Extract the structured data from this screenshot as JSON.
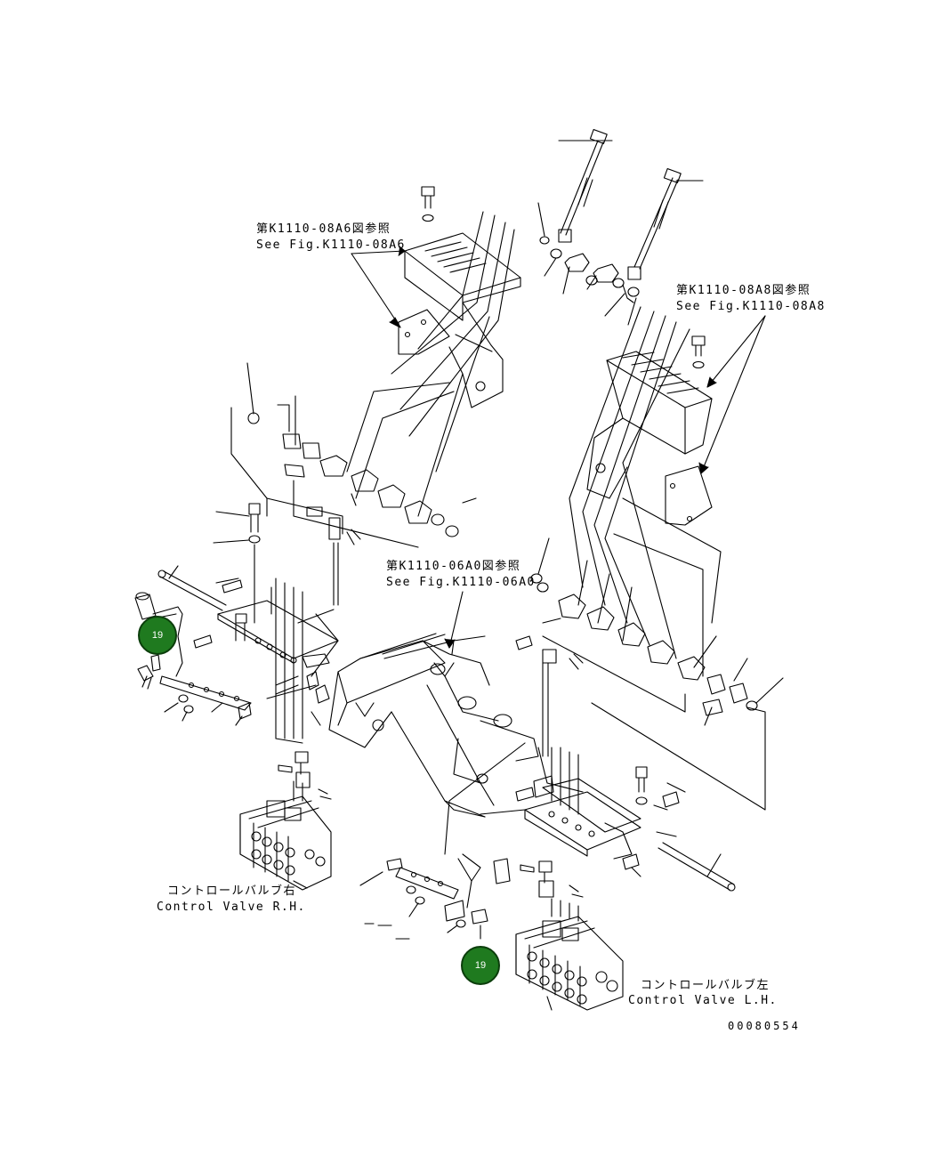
{
  "references": {
    "top_left": {
      "jp": "第K1110-08A6図参照",
      "en": "See Fig.K1110-08A6"
    },
    "top_right": {
      "jp": "第K1110-08A8図参照",
      "en": "See Fig.K1110-08A8"
    },
    "center": {
      "jp": "第K1110-06A0図参照",
      "en": "See Fig.K1110-06A0"
    }
  },
  "valves": {
    "right": {
      "jp": "コントロールバルブ右",
      "en": "Control Valve R.H."
    },
    "left": {
      "jp": "コントロールバルブ左",
      "en": "Control Valve L.H."
    }
  },
  "callouts": [
    {
      "id": "callout-19-right-side",
      "label": "19"
    },
    {
      "id": "callout-19-left-side",
      "label": "19"
    }
  ],
  "drawing_number": "00080554"
}
